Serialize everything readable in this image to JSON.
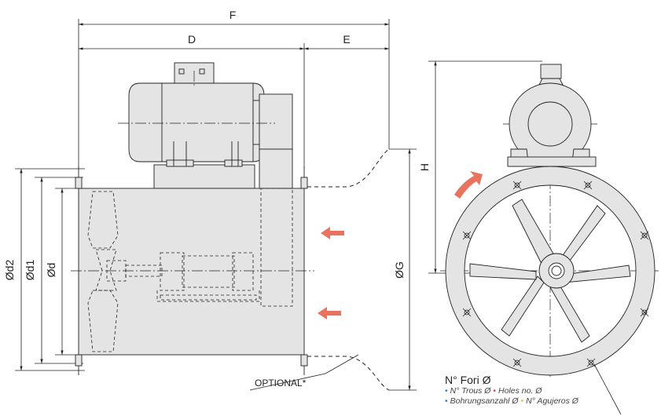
{
  "colors": {
    "body_fill": "#e4e4e4",
    "line": "#222222",
    "arrow": "#e8745f",
    "sep_dot_pink": "#e5396b",
    "sep_dot_yellow": "#f2c230",
    "sep_dot_blue": "#3a7fc1"
  },
  "dimensions": {
    "F": "F",
    "D": "D",
    "E": "E",
    "H": "H",
    "d2": "Ød2",
    "d1": "Ød1",
    "d": "Ød",
    "G": "ØG"
  },
  "optional_label": "OPTIONAL*",
  "holes_legend": {
    "title": "N° Fori Ø",
    "line1_a": "N° Trous Ø",
    "line1_b": "Holes no. Ø",
    "line2_a": "Bohrungsanzahl Ø",
    "line2_b": "N° Agujeros Ø",
    "bullet": "•"
  },
  "icons": {
    "airflow": "arrow-left-icon",
    "rotation": "curved-arrow-icon"
  }
}
